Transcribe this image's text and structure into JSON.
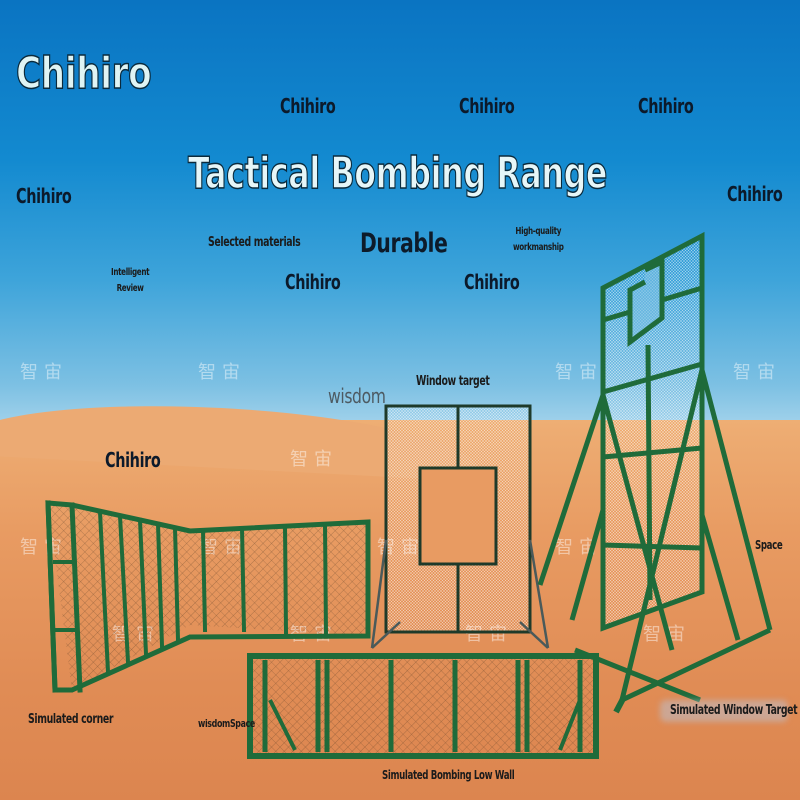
{
  "brand": "Chihiro",
  "title": "Tactical Bombing Range",
  "watermarks": [
    "Chihiro",
    "Chihiro",
    "Chihiro",
    "Chihiro",
    "Chihiro",
    "Chihiro",
    "Chihiro"
  ],
  "features": {
    "selected_materials": "Selected materials",
    "durable": "Durable",
    "workmanship_line1": "High-quality",
    "workmanship_line2": "workmanship",
    "review_line1": "Intelligent",
    "review_line2": "Review"
  },
  "overlay_text": {
    "wisdom": "wisdom",
    "wisdom_space": "wisdomSpace",
    "space": "Space",
    "cn_watermark": "智宙"
  },
  "products": [
    {
      "label": "Window target"
    },
    {
      "label": "Simulated corner"
    },
    {
      "label": "Simulated Bombing Low Wall"
    },
    {
      "label": "Simulated Window Target"
    }
  ],
  "colors": {
    "sky_top": "#0a74c2",
    "sky_horizon": "#cbe4ee",
    "sand": "#e89b62",
    "frame_green": "#1f6b3a",
    "title_fill": "#e6f6f8",
    "title_outline": "#0a2a3c"
  }
}
